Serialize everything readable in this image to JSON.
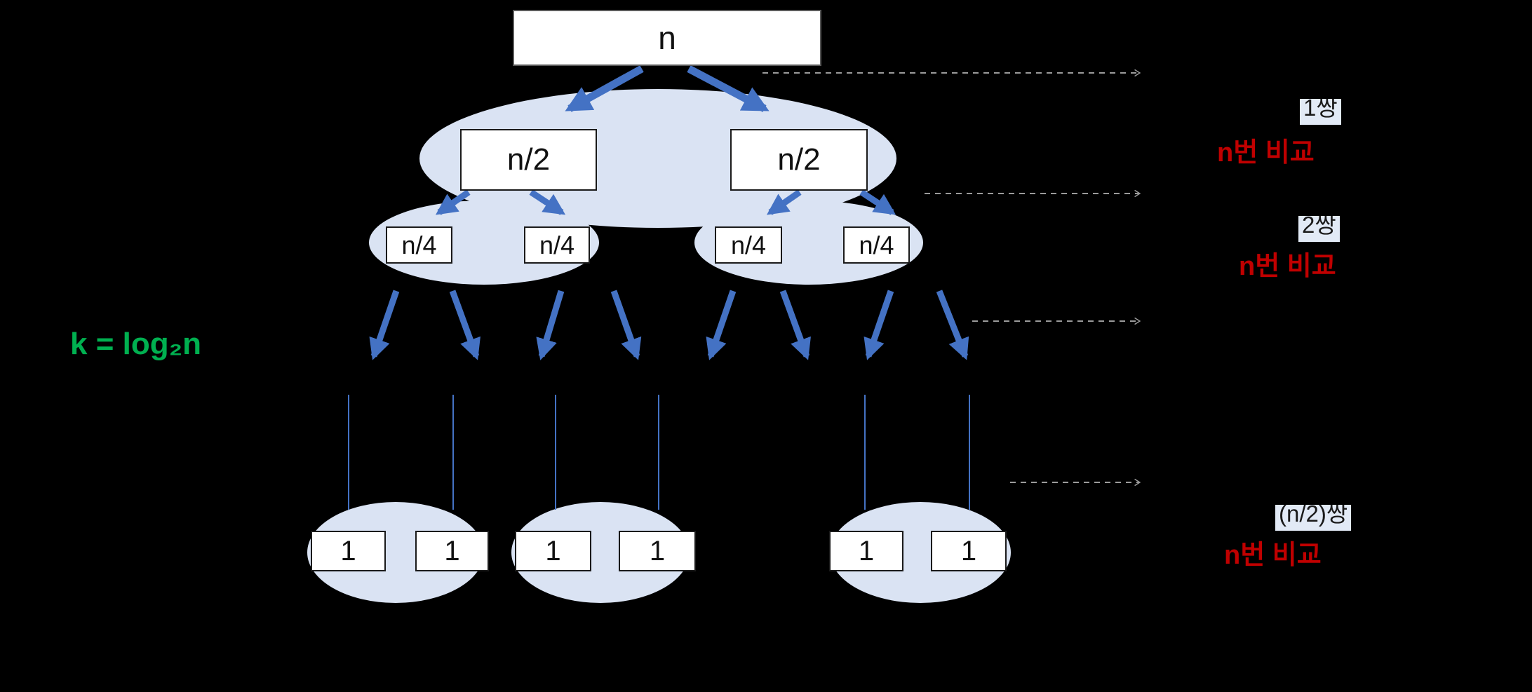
{
  "tree": {
    "root": "n",
    "level2": [
      "n/2",
      "n/2"
    ],
    "level3": [
      "n/4",
      "n/4",
      "n/4",
      "n/4"
    ],
    "leaves": [
      "1",
      "1",
      "1",
      "1",
      "1",
      "1"
    ]
  },
  "formula": "k = log₂n",
  "annotations": [
    {
      "pair": "1쌍",
      "compare": "n번 비교"
    },
    {
      "pair": "2쌍",
      "compare": "n번 비교"
    },
    {
      "pair": "(n/2)쌍",
      "compare": "n번 비교"
    }
  ],
  "colors": {
    "arrow_blue": "#4472C4",
    "ellipse_fill": "#DAE3F3",
    "compare_red": "#C00000",
    "formula_green": "#00B050",
    "dashed_gray": "#9B9B9B",
    "pair_highlight": "#E2EAF6",
    "background": "#000000"
  }
}
